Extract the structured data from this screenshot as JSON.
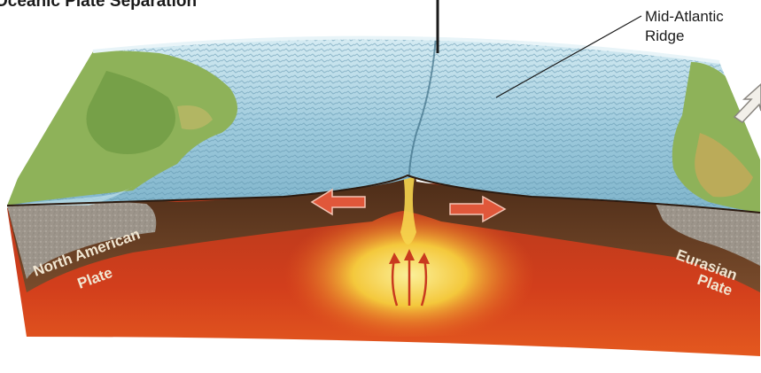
{
  "diagram": {
    "title": "Oceanic Plate Separation",
    "callout": {
      "line1": "Mid-Atlantic",
      "line2": "Ridge"
    },
    "plates": {
      "left_line1": "North American",
      "left_line2": "Plate",
      "right_line1": "Eurasian",
      "right_line2": "Plate"
    },
    "colors": {
      "ocean": "#8fc3d8",
      "ocean_light": "#cfe6ef",
      "land": "#8eb259",
      "land_dark": "#5f8a3a",
      "crust": "#6b4327",
      "crust_dark": "#4a2a17",
      "mantle": "#c9361b",
      "magma": "#f7e56a",
      "sediment": "#a9a49c",
      "arrow": "#e0573a"
    },
    "icons": [
      "movement-arrow-left-icon",
      "movement-arrow-right-icon",
      "magma-rising-arrows-icon",
      "incoming-arrow-icon"
    ]
  }
}
